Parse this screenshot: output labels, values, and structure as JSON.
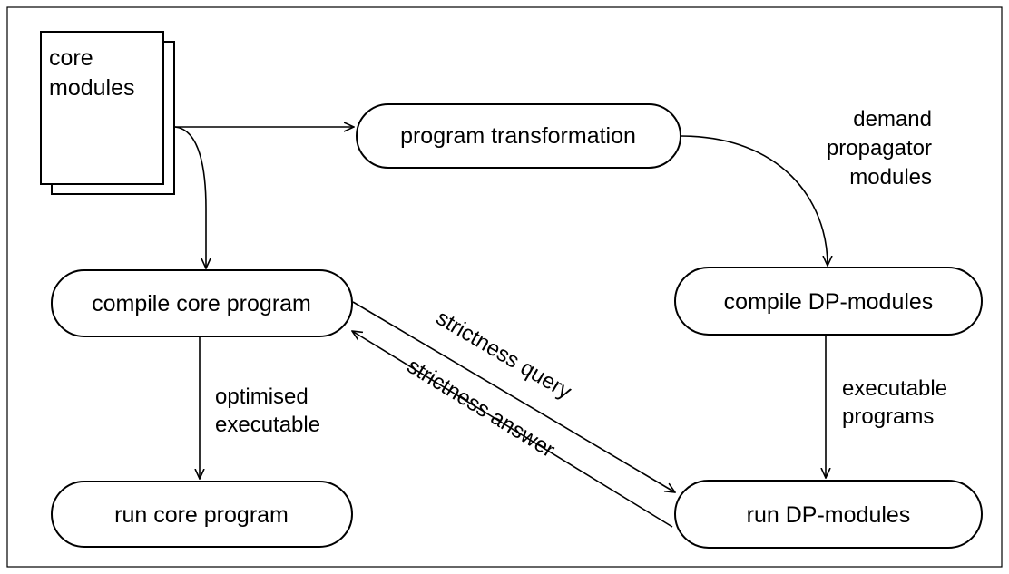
{
  "diagram": {
    "document_label": [
      "core",
      "modules"
    ],
    "nodes": {
      "program_transformation": "program transformation",
      "compile_core_program": "compile core program",
      "compile_dp_modules": "compile DP-modules",
      "run_core_program": "run core program",
      "run_dp_modules": "run DP-modules"
    },
    "edge_labels": {
      "demand_propagator_modules": [
        "demand",
        "propagator",
        "modules"
      ],
      "optimised_executable": [
        "optimised",
        "executable"
      ],
      "executable_programs": [
        "executable",
        "programs"
      ],
      "strictness_query": "strictness query",
      "strictness_answer": "strictness answer"
    }
  }
}
